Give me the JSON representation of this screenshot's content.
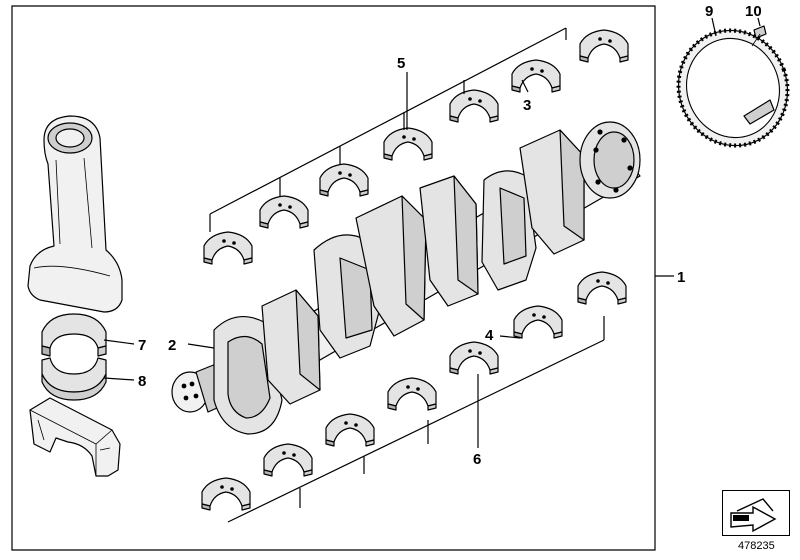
{
  "diagram": {
    "callouts": [
      {
        "id": "1",
        "label": "1"
      },
      {
        "id": "2",
        "label": "2"
      },
      {
        "id": "3",
        "label": "3"
      },
      {
        "id": "4",
        "label": "4"
      },
      {
        "id": "5",
        "label": "5"
      },
      {
        "id": "6",
        "label": "6"
      },
      {
        "id": "7",
        "label": "7"
      },
      {
        "id": "8",
        "label": "8"
      },
      {
        "id": "9",
        "label": "9"
      },
      {
        "id": "10",
        "label": "10"
      }
    ],
    "catalog_number": "478235",
    "nav_icon": "next-arrow-icon"
  }
}
